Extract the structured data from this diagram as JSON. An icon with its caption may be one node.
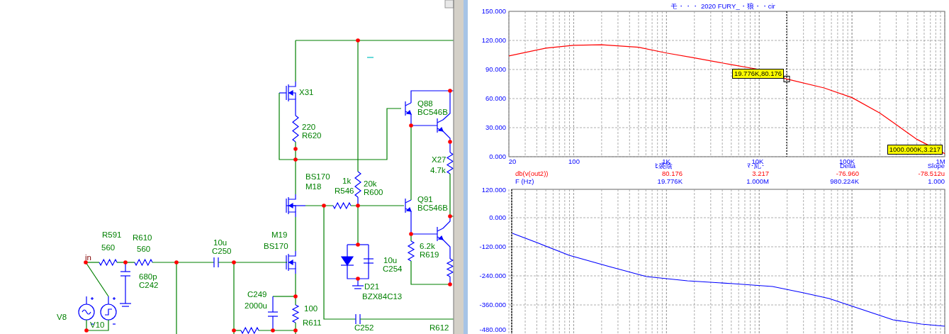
{
  "diagram": {
    "labels": [
      "X31",
      "220",
      "R620",
      "Q88",
      "BC546B",
      "X27",
      "4.7k",
      "BS170",
      "M18",
      "1k",
      "R546",
      "20k",
      "R600",
      "Q91",
      "BC546B",
      "R591",
      "R610",
      "560",
      "560",
      "10u",
      "C250",
      "M19",
      "BS170",
      "in",
      "680p",
      "C242",
      "6.2k",
      "R619",
      "10u",
      "C254",
      "C249",
      "2000u",
      "D21",
      "100",
      "BZX84C13",
      "V8",
      "V10",
      "R611",
      "C252",
      "R612",
      "ﾋ裘陰",
      "ﾏ･糺･",
      "Delta",
      "Slope",
      "db(v(out2))",
      "80.176",
      "3.217",
      "-76.960",
      "-78.512u",
      "F (Hz)",
      "19.776K",
      "1.000M",
      "980.224K",
      "1.000",
      "120.000",
      "0.000",
      "-120.000",
      "-240.000",
      "-360.000",
      "-480.000",
      "モ・・・ 2020 FURY_・狼・・cir",
      "150.000",
      "120.000",
      "90.000",
      "60.000",
      "30.000",
      "0.000",
      "19.776K,80.176",
      "1000.000K,3.217",
      "20",
      "100",
      "1K",
      "10K",
      "100K",
      "1M"
    ]
  }
}
